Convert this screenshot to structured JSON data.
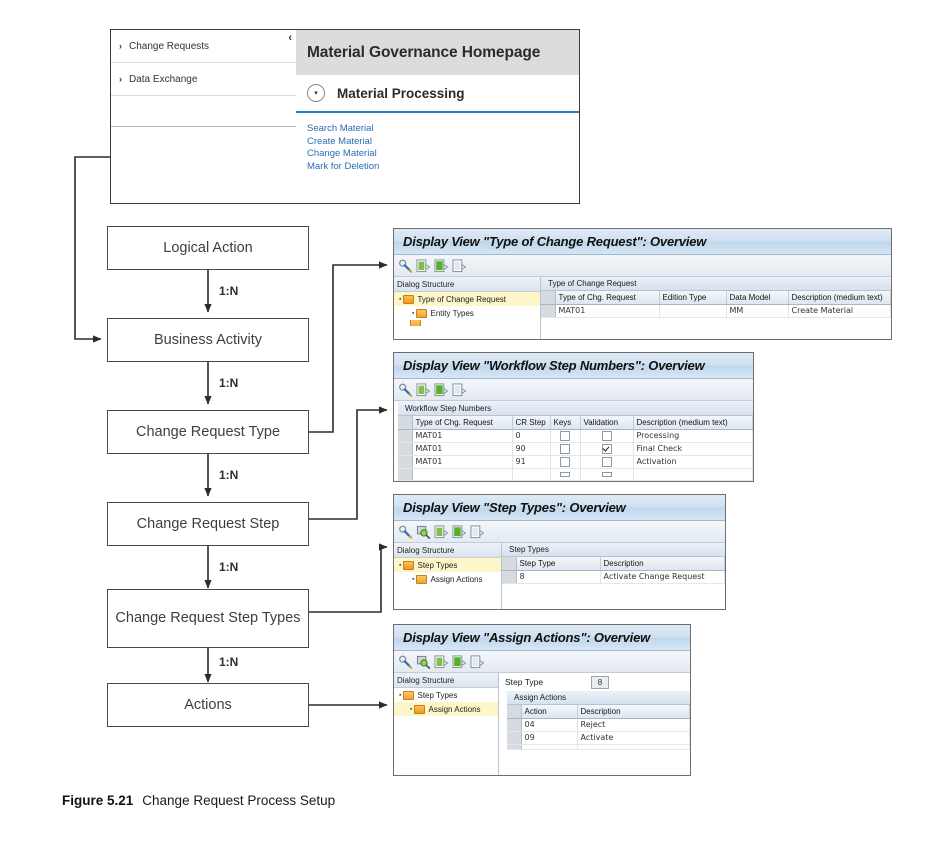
{
  "figure": {
    "number": "Figure 5.21",
    "title": "Change Request Process Setup"
  },
  "launchpad": {
    "collapse_icon": "‹",
    "nav_items": [
      {
        "label": "Change Requests",
        "chevron": "›"
      },
      {
        "label": "Data Exchange",
        "chevron": "›"
      }
    ],
    "title": "Material Governance Homepage",
    "section": {
      "label": "Material Processing",
      "chevron": "▾"
    },
    "links": [
      "Search Material",
      "Create Material",
      "Change Material",
      "Mark for Deletion"
    ]
  },
  "flow": {
    "nodes": [
      {
        "label": "Logical Action"
      },
      {
        "label": "Business Activity"
      },
      {
        "label": "Change Request Type"
      },
      {
        "label": "Change Request Step"
      },
      {
        "label": "Change Request Step Types"
      },
      {
        "label": "Actions"
      }
    ],
    "relations": [
      "1:N",
      "1:N",
      "1:N",
      "1:N",
      "1:N"
    ]
  },
  "panels": [
    {
      "title": "Display View \"Type of Change Request\": Overview",
      "toolbar": [
        "magnifier-pencil-icon",
        "doc-green-icon",
        "doc-green-filled-icon",
        "doc-grey-icon"
      ],
      "tree": {
        "header": "Dialog Structure",
        "nodes": [
          {
            "label": "Type of Change Request",
            "level": 0,
            "selected": true,
            "folder": "open"
          },
          {
            "label": "Entity Types",
            "level": 1,
            "selected": false,
            "folder": "closed"
          }
        ]
      },
      "table": {
        "caption": "Type of Change Request",
        "columns": [
          "Type of Chg. Request",
          "Edition Type",
          "Data Model",
          "Description (medium text)"
        ],
        "rows": [
          [
            "MAT01",
            "",
            "MM",
            "Create Material"
          ]
        ]
      }
    },
    {
      "title": "Display View \"Workflow Step Numbers\": Overview",
      "toolbar": [
        "magnifier-pencil-icon",
        "doc-green-icon",
        "doc-green-filled-icon",
        "doc-grey-icon"
      ],
      "tree": null,
      "table": {
        "caption": "Workflow Step Numbers",
        "columns": [
          "Type of Chg. Request",
          "CR Step",
          "Keys",
          "Validation",
          "Description (medium text)"
        ],
        "rows": [
          [
            "MAT01",
            "0",
            false,
            false,
            "Processing"
          ],
          [
            "MAT01",
            "90",
            false,
            true,
            "Final Check"
          ],
          [
            "MAT01",
            "91",
            false,
            false,
            "Activation"
          ]
        ]
      }
    },
    {
      "title": "Display View \"Step Types\": Overview",
      "toolbar": [
        "magnifier-pencil-icon",
        "magnifier-green-icon",
        "doc-green-icon",
        "doc-green-filled-icon",
        "doc-grey-icon"
      ],
      "tree": {
        "header": "Dialog Structure",
        "nodes": [
          {
            "label": "Step Types",
            "level": 0,
            "selected": true,
            "folder": "open"
          },
          {
            "label": "Assign Actions",
            "level": 1,
            "selected": false,
            "folder": "closed"
          }
        ]
      },
      "table": {
        "caption": "Step Types",
        "columns": [
          "Step Type",
          "Description"
        ],
        "rows": [
          [
            "8",
            "Activate Change Request"
          ]
        ]
      }
    },
    {
      "title": "Display View \"Assign Actions\": Overview",
      "toolbar": [
        "magnifier-pencil-icon",
        "magnifier-green-icon",
        "doc-green-icon",
        "doc-green-filled-icon",
        "doc-grey-icon"
      ],
      "tree": {
        "header": "Dialog Structure",
        "nodes": [
          {
            "label": "Step Types",
            "level": 0,
            "selected": false,
            "folder": "closed"
          },
          {
            "label": "Assign Actions",
            "level": 1,
            "selected": true,
            "folder": "open"
          }
        ]
      },
      "field": {
        "label": "Step Type",
        "value": "8"
      },
      "table": {
        "caption": "Assign Actions",
        "columns": [
          "Action",
          "Description"
        ],
        "rows": [
          [
            "04",
            "Reject"
          ],
          [
            "09",
            "Activate"
          ]
        ]
      }
    }
  ],
  "colors": {
    "accent_blue": "#2a7fc9",
    "link_blue": "#2a6db5",
    "title_grey": "#dcdcdc",
    "tree_selected": "#fdf6c8",
    "folder_orange": "#f2a93b",
    "panel_border": "#6e6e6e"
  }
}
